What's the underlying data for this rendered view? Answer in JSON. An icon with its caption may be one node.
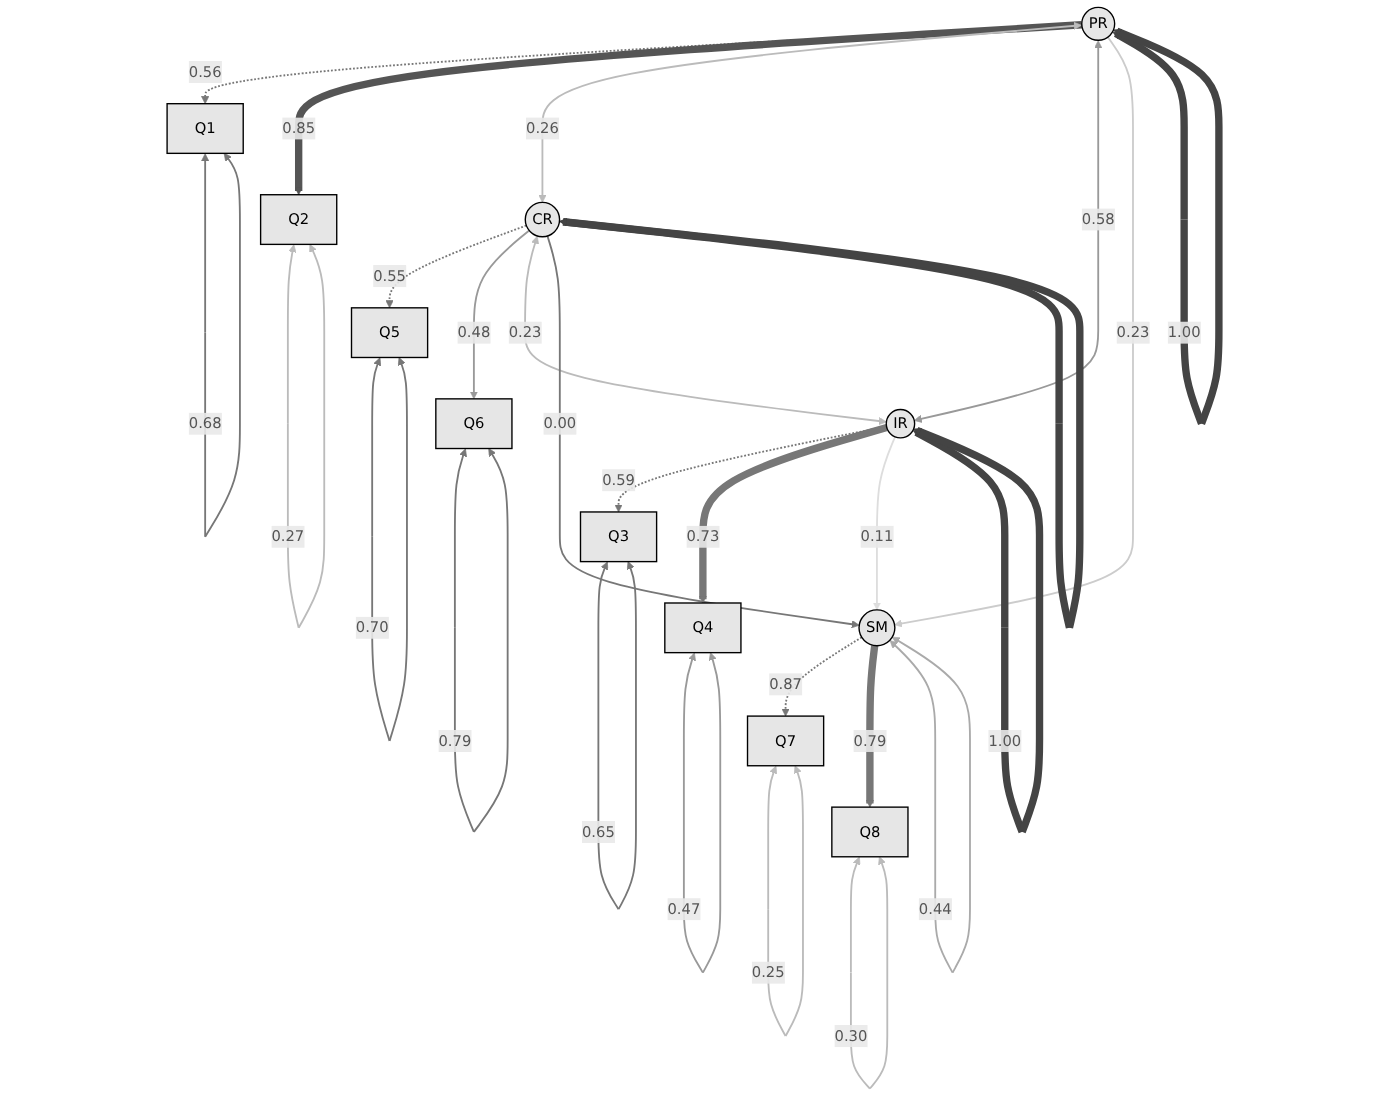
{
  "diagram": {
    "nodes": [
      {
        "text": [
          "Q1"
        ]
      },
      {
        "text": [
          "Q2"
        ]
      },
      {
        "text": [
          "Q5"
        ]
      },
      {
        "text": [
          "Q6"
        ]
      },
      {
        "text": [
          "Q3"
        ]
      },
      {
        "text": [
          "Q4"
        ]
      },
      {
        "text": [
          "PR"
        ]
      },
      {
        "text": [
          "CR"
        ]
      },
      {
        "text": [
          "IR"
        ]
      },
      {
        "text": [
          "SM"
        ]
      },
      {
        "text": [
          "Q7"
        ]
      },
      {
        "text": [
          "Q8"
        ]
      }
    ],
    "edges": [
      {
        "from": 6,
        "to": 0,
        "arrow": "to",
        "label": "0.56",
        "style": "dashed"
      },
      {
        "from": 6,
        "to": 1,
        "arrow": "to",
        "label": "0.85",
        "style": "thick",
        "color": "#555555"
      },
      {
        "from": 7,
        "to": 2,
        "arrow": "to",
        "label": "0.55",
        "style": "dashed"
      },
      {
        "from": 7,
        "to": 3,
        "arrow": "to",
        "label": "0.48",
        "color": "#999999"
      },
      {
        "from": 8,
        "to": 4,
        "arrow": "to",
        "label": "0.59",
        "style": "dashed"
      },
      {
        "from": 8,
        "to": 5,
        "arrow": "to",
        "label": "0.73",
        "style": "thick"
      },
      {
        "from": 6,
        "to": 7,
        "arrow": "both",
        "label": "0.26",
        "color": "#bbbbbb"
      },
      {
        "from": 7,
        "to": 8,
        "arrow": "both",
        "label": "0.23",
        "color": "#bbbbbb"
      },
      {
        "from": 6,
        "to": 8,
        "arrow": "both",
        "label": "0.58",
        "color": "#999999"
      },
      {
        "from": 6,
        "to": 9,
        "arrow": "to",
        "label": "0.23",
        "color": "#cccccc"
      },
      {
        "from": 7,
        "to": 9,
        "arrow": "to",
        "label": "0.00"
      },
      {
        "from": 8,
        "to": 9,
        "arrow": "to",
        "label": "0.11",
        "color": "#dddddd"
      },
      {
        "from": 9,
        "to": 10,
        "arrow": "to",
        "label": "0.87",
        "style": "dashed"
      },
      {
        "from": 9,
        "to": 11,
        "arrow": "to",
        "label": "0.79",
        "style": "thick"
      },
      {
        "from": 0,
        "to": 0,
        "arrow": "both",
        "label": "0.68"
      },
      {
        "from": 1,
        "to": 1,
        "arrow": "both",
        "label": "0.27",
        "color": "#bbbbbb"
      },
      {
        "from": 2,
        "to": 2,
        "arrow": "both",
        "label": "0.70"
      },
      {
        "from": 3,
        "to": 3,
        "arrow": "both",
        "label": "0.79"
      },
      {
        "from": 4,
        "to": 4,
        "arrow": "both",
        "label": "0.65"
      },
      {
        "from": 5,
        "to": 5,
        "arrow": "both",
        "label": "0.47",
        "color": "#999999"
      },
      {
        "from": 6,
        "to": 6,
        "arrow": "both",
        "label": "1.00",
        "style": "thick",
        "color": "#444444"
      },
      {
        "from": 7,
        "to": 7,
        "arrow": "both",
        "style": "thick",
        "color": "#444444"
      },
      {
        "from": 8,
        "to": 8,
        "arrow": "both",
        "label": "1.00",
        "style": "thick",
        "color": "#444444"
      },
      {
        "from": 9,
        "to": 9,
        "arrow": "both",
        "label": "0.44",
        "color": "#aaaaaa"
      },
      {
        "from": 10,
        "to": 10,
        "arrow": "both",
        "label": "0.25",
        "color": "#bbbbbb"
      },
      {
        "from": 11,
        "to": 11,
        "arrow": "both",
        "label": "0.30",
        "color": "#bbbbbb"
      }
    ]
  }
}
